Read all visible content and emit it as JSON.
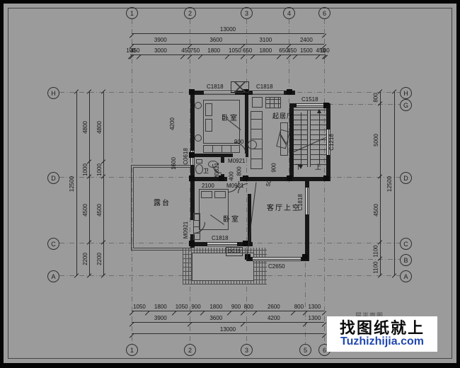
{
  "axes": {
    "top": [
      "1",
      "2",
      "3",
      "4",
      "6"
    ],
    "bottom": [
      "1",
      "2",
      "3",
      "5",
      "6"
    ],
    "left": [
      "H",
      "D",
      "C",
      "A"
    ],
    "right": [
      "H",
      "G",
      "D",
      "C",
      "B",
      "A"
    ]
  },
  "dims": {
    "top_total": [
      "13000"
    ],
    "top_major": [
      "3900",
      "3600",
      "3100",
      "2400"
    ],
    "top_minor": [
      "100",
      "450",
      "3000",
      "450",
      "750",
      "1800",
      "1050",
      "650",
      "1800",
      "650",
      "450",
      "1500",
      "450",
      "100"
    ],
    "bottom_minor": [
      "1050",
      "1800",
      "1050",
      "900",
      "1800",
      "900",
      "800",
      "2600",
      "800",
      "1300"
    ],
    "bottom_major": [
      "3900",
      "3600",
      "4200",
      "1300"
    ],
    "bottom_total": [
      "13000"
    ],
    "left_total": [
      "12500"
    ],
    "left_inner": [
      "4800",
      "1000",
      "4500",
      "2200"
    ],
    "right_inner": [
      "800",
      "5000",
      "4500",
      "1100",
      "1100"
    ],
    "right_total": [
      "12500"
    ]
  },
  "interior_dims": {
    "d4200": "4200",
    "d1600": "1600",
    "d900_door": "900",
    "d800": "800",
    "d400": "400",
    "d900_stair": "900",
    "d500": "500",
    "d2100": "2100"
  },
  "openings": {
    "c1818": "C1818",
    "c1518": "C1518",
    "c1218": "C1218",
    "c0618": "C0618",
    "c2650": "C2650",
    "dc15": "DC15",
    "m0921": "M0921",
    "m0821": "M0821"
  },
  "rooms": {
    "bedroom1": "卧室",
    "living": "起居厅",
    "bedroom2": "卧室",
    "terrace": "露台",
    "void": "客厅上空",
    "bath": "卫",
    "stair_down": "下",
    "stair_up": "上"
  },
  "title_partial": "层平面图",
  "watermark": {
    "line1": "找图纸就上",
    "line2": "Tuzhizhijia.com",
    "accent": "#2148b1"
  }
}
